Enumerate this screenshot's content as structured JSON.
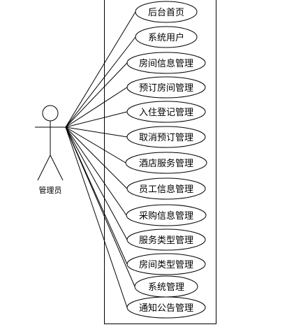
{
  "actor": {
    "label": "管理员"
  },
  "use_cases": [
    {
      "label": "后台首页"
    },
    {
      "label": "系统用户"
    },
    {
      "label": "房间信息管理"
    },
    {
      "label": "预订房间管理"
    },
    {
      "label": "入住登记管理"
    },
    {
      "label": "取消预订管理"
    },
    {
      "label": "酒店服务管理"
    },
    {
      "label": "员工信息管理"
    },
    {
      "label": "采购信息管理"
    },
    {
      "label": "服务类型管理"
    },
    {
      "label": "房间类型管理"
    },
    {
      "label": "系统管理"
    },
    {
      "label": "通知公告管理"
    }
  ]
}
